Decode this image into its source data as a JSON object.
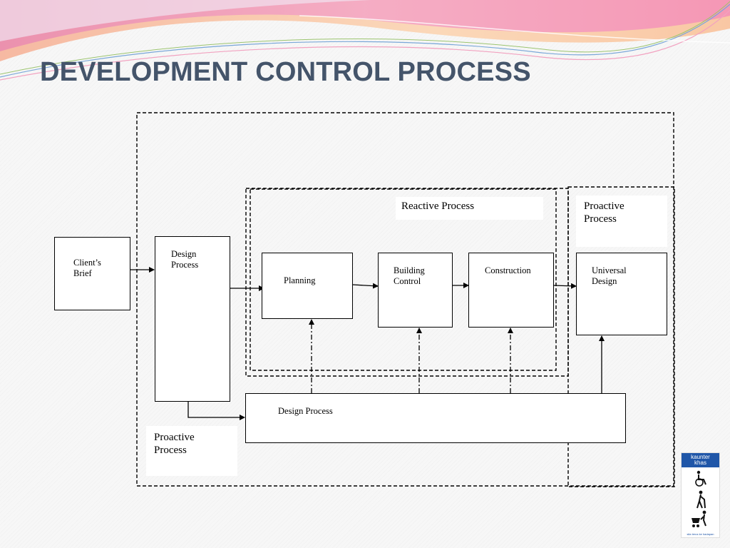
{
  "slide": {
    "title": "DEVELOPMENT CONTROL PROCESS"
  },
  "diagram": {
    "clients_brief": "Client’s\nBrief",
    "design_process_vertical": "Design\nProcess",
    "planning": "Planning",
    "building_control": "Building\nControl",
    "construction": "Construction",
    "universal_design": "Universal\nDesign",
    "design_process_bottom": "Design Process",
    "reactive_process": "Reactive Process",
    "proactive_process_right": "Proactive\nProcess",
    "proactive_process_left": "Proactive\nProcess"
  },
  "logo": {
    "name": "kaunter khas",
    "tagline": "sila terus ke hadapan",
    "icons": [
      "wheelchair-icon",
      "elderly-person-icon",
      "pram-icon"
    ]
  },
  "colors": {
    "title": "#44546a",
    "logo_blue": "#1f56a8",
    "wave_pink": "#ee86b4",
    "wave_peach": "#f8c9a8"
  }
}
